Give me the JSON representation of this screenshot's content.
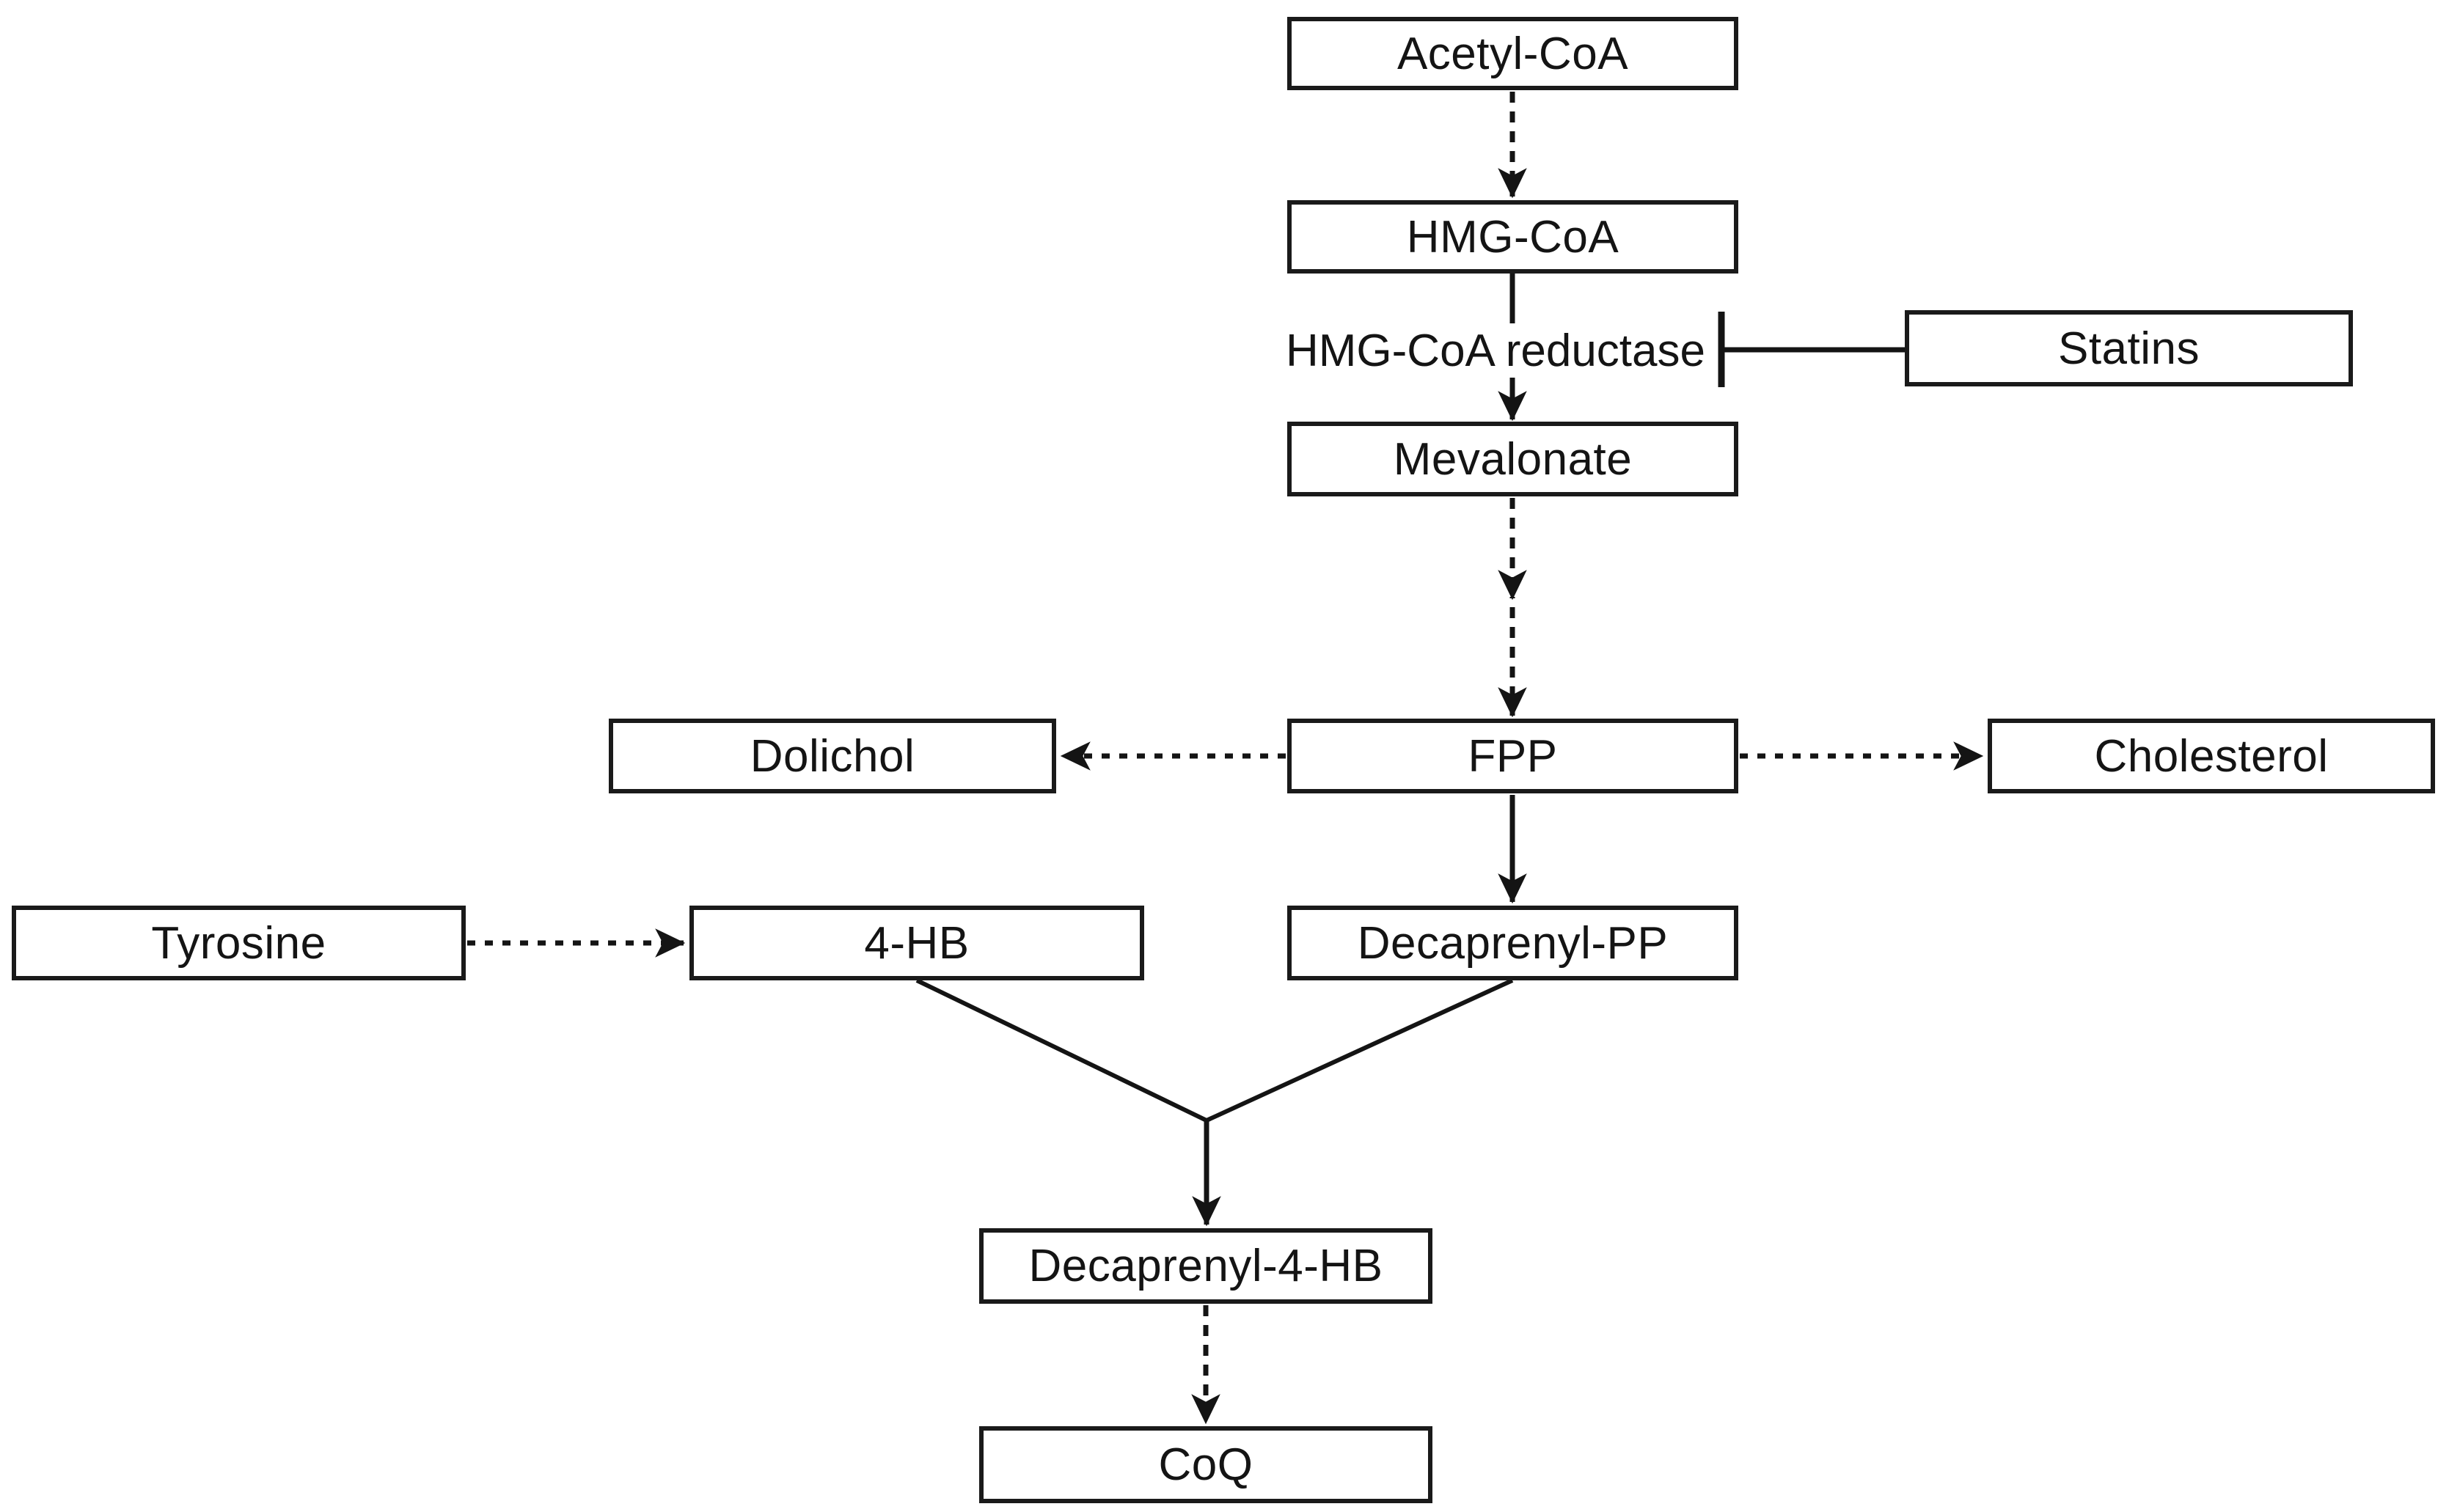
{
  "diagram": {
    "background_color": "#ffffff",
    "stroke_color": "#1a1a1a",
    "nodes": {
      "acetyl_coa": "Acetyl-CoA",
      "hmg_coa": "HMG-CoA",
      "mevalonate": "Mevalonate",
      "fpp": "FPP",
      "dolichol": "Dolichol",
      "cholesterol": "Cholesterol",
      "tyrosine": "Tyrosine",
      "four_hb": "4-HB",
      "decaprenyl_pp": "Decaprenyl-PP",
      "decaprenyl_4hb": "Decaprenyl-4-HB",
      "coq": "CoQ",
      "statins": "Statins"
    },
    "enzyme_label": "HMG-CoA reductase",
    "edges": [
      {
        "from": "Acetyl-CoA",
        "to": "HMG-CoA",
        "style": "dashed-arrow"
      },
      {
        "from": "HMG-CoA",
        "to": "Mevalonate",
        "style": "solid-arrow",
        "label": "HMG-CoA reductase"
      },
      {
        "from": "Statins",
        "to": "HMG-CoA reductase",
        "style": "inhibition-tee"
      },
      {
        "from": "Mevalonate",
        "to": "FPP",
        "style": "dashed-arrow-two-heads"
      },
      {
        "from": "FPP",
        "to": "Dolichol",
        "style": "dashed-arrow"
      },
      {
        "from": "FPP",
        "to": "Cholesterol",
        "style": "dashed-arrow"
      },
      {
        "from": "FPP",
        "to": "Decaprenyl-PP",
        "style": "solid-arrow"
      },
      {
        "from": "Tyrosine",
        "to": "4-HB",
        "style": "dashed-arrow"
      },
      {
        "from": "4-HB",
        "to": "Decaprenyl-4-HB",
        "style": "solid-merge-arrow"
      },
      {
        "from": "Decaprenyl-PP",
        "to": "Decaprenyl-4-HB",
        "style": "solid-merge-arrow"
      },
      {
        "from": "Decaprenyl-4-HB",
        "to": "CoQ",
        "style": "dashed-arrow"
      }
    ]
  }
}
